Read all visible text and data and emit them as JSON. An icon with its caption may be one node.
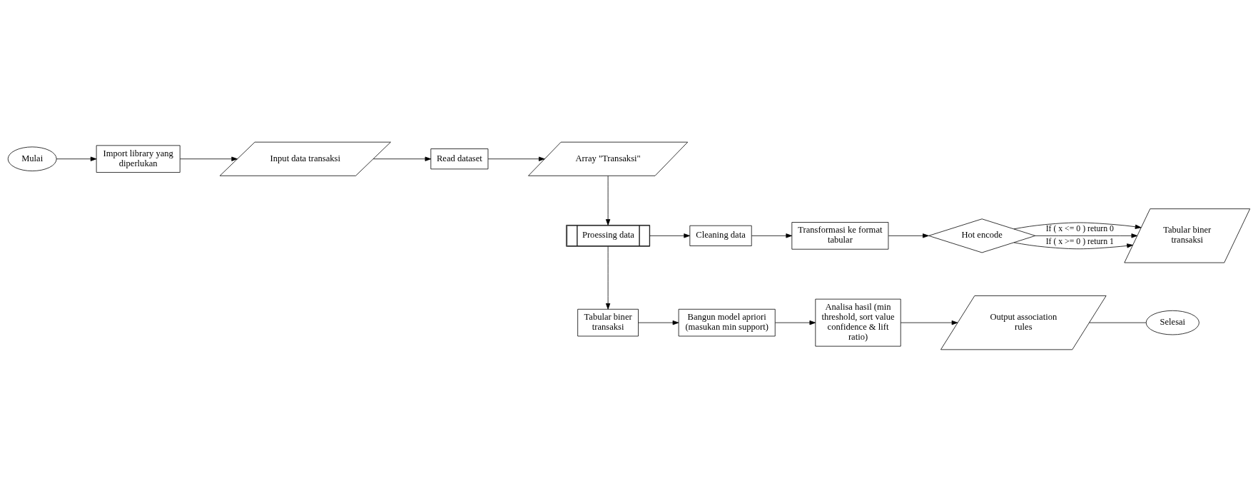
{
  "diagram": {
    "nodes": [
      {
        "text": [
          "Mulai"
        ]
      },
      {
        "text": [
          "Import library yang diperlukan"
        ]
      },
      {
        "text": [
          "Input data transaksi"
        ]
      },
      {
        "text": [
          "Read dataset"
        ]
      },
      {
        "text": [
          "Array \"Transaksi\""
        ]
      },
      {
        "text": [
          "Proessing data"
        ]
      },
      {
        "text": [
          "Cleaning data"
        ]
      },
      {
        "text": [
          "Transformasi ke format tabular"
        ]
      },
      {
        "text": [
          "Hot encode"
        ]
      },
      {
        "text": [
          "Tabular biner transaksi"
        ]
      },
      {
        "text": [
          "Tabular biner transaksi"
        ]
      },
      {
        "text": [
          "Bangun model apriori (masukan min support)"
        ]
      },
      {
        "text": [
          "Analisa hasil (min threshold, sort value confidence & lift ratio)"
        ]
      },
      {
        "text": [
          "Output association rules"
        ]
      },
      {
        "text": [
          "Selesai"
        ]
      }
    ],
    "edges": [
      {
        "from": 0,
        "to": 1,
        "arrow": "to"
      },
      {
        "from": 1,
        "to": 2,
        "arrow": "to"
      },
      {
        "from": 2,
        "to": 3,
        "arrow": "to"
      },
      {
        "from": 3,
        "to": 4,
        "arrow": "to"
      },
      {
        "from": 4,
        "to": 5,
        "arrow": "to"
      },
      {
        "from": 5,
        "to": 6,
        "arrow": "to"
      },
      {
        "from": 6,
        "to": 7,
        "arrow": "to"
      },
      {
        "from": 7,
        "to": 8,
        "arrow": "to"
      },
      {
        "from": 8,
        "to": 9,
        "arrow": "to"
      },
      {
        "from": 8,
        "to": 9,
        "arrow": "to",
        "label": "If ( x <= 0 ) return 0"
      },
      {
        "from": 8,
        "to": 9,
        "arrow": "to",
        "label": "If ( x >= 0 ) return 1"
      },
      {
        "from": 5,
        "to": 10,
        "arrow": "to"
      },
      {
        "from": 10,
        "to": 11,
        "arrow": "to"
      },
      {
        "from": 11,
        "to": 12,
        "arrow": "to"
      },
      {
        "from": 12,
        "to": 13,
        "arrow": "to"
      },
      {
        "from": 13,
        "to": 14,
        "arrow": "none"
      }
    ]
  }
}
